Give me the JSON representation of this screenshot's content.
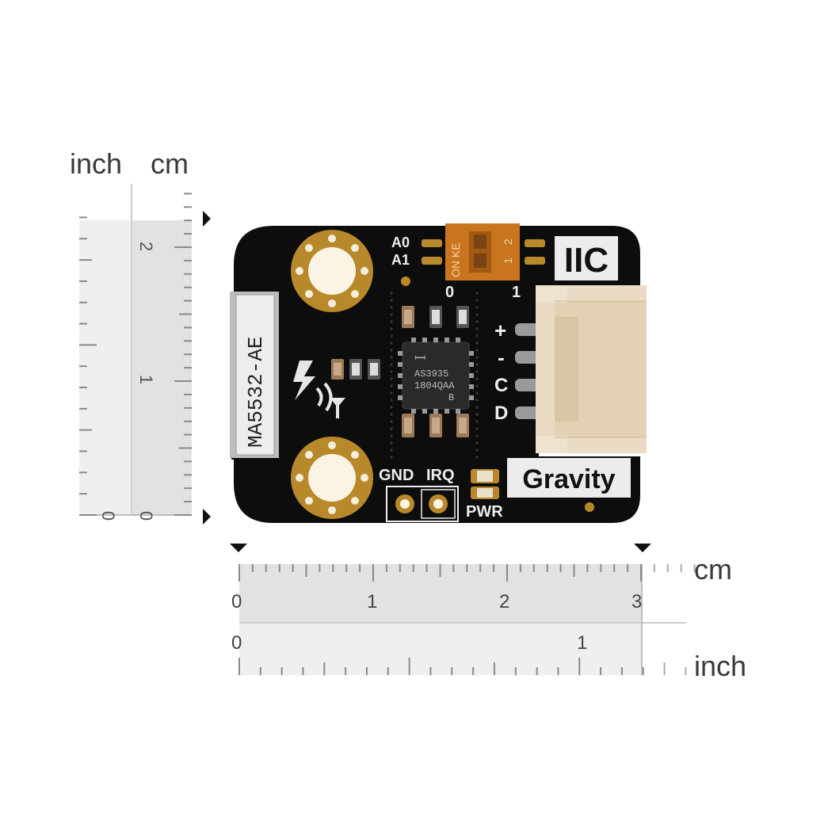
{
  "ruler": {
    "vertical_units": {
      "inch": "inch",
      "cm": "cm"
    },
    "horizontal_units": {
      "cm": "cm",
      "inch": "inch"
    },
    "vertical_cm_labels": [
      "2",
      "1",
      "0"
    ],
    "vertical_inch_labels": [
      "0"
    ],
    "horizontal_cm_labels": [
      "0",
      "1",
      "2",
      "3"
    ],
    "horizontal_inch_labels": [
      "0",
      "1"
    ]
  },
  "board": {
    "chip_label": "MA5532-AE",
    "ic_line1": "AS3935",
    "ic_line2": "1804QAA",
    "ic_line3": "B",
    "addr_a0": "A0",
    "addr_a1": "A1",
    "dip_text": "ON KE",
    "dip_num_1": "1",
    "dip_num_2": "2",
    "dip_pos_0": "0",
    "dip_pos_1": "1",
    "iic_label": "IIC",
    "pin_plus": "+",
    "pin_minus": "-",
    "pin_c": "C",
    "pin_d": "D",
    "gnd_label": "GND",
    "irq_label": "IRQ",
    "pwr_label": "PWR",
    "brand_label": "Gravity"
  },
  "colors": {
    "pcb": "#0d0d0d",
    "gold": "#b8892a",
    "connector": "#eadcc4",
    "ruler_fill": "#e4e4e4",
    "ruler_fill_light": "#efefef"
  }
}
